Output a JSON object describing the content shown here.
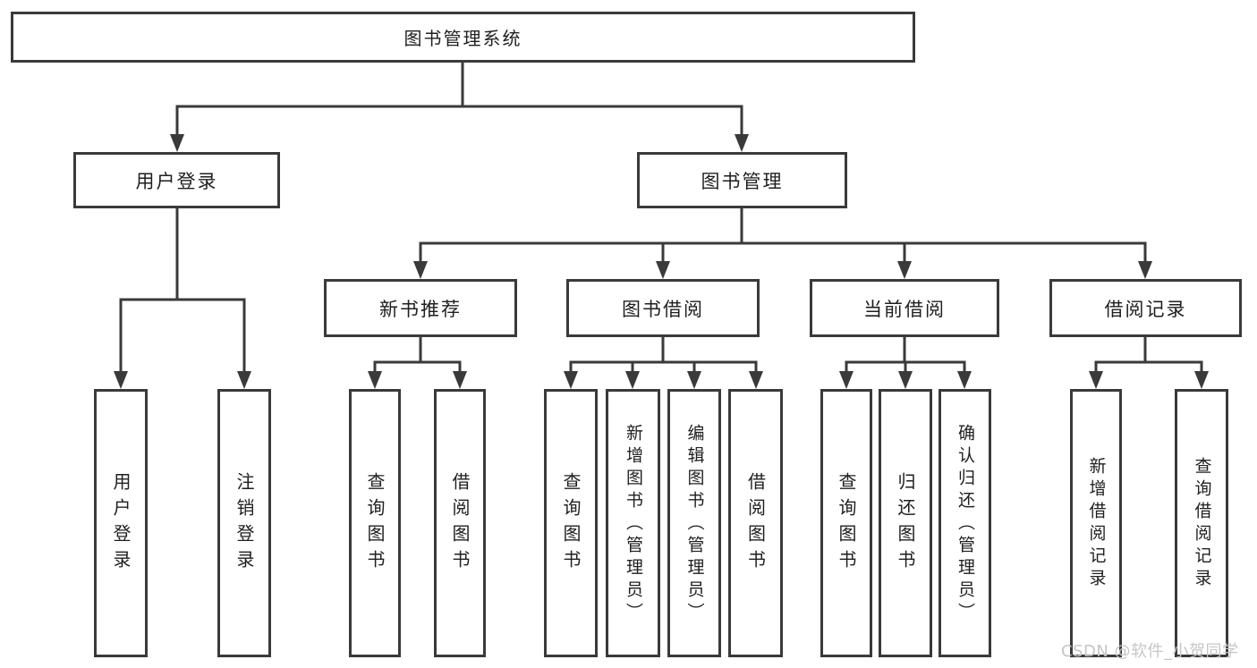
{
  "diagram": {
    "title": "图书管理系统",
    "nodes": {
      "root": "图书管理系统",
      "user_login": "用户登录",
      "book_mgmt": "图书管理",
      "login": "用户登录",
      "logout": "注销登录",
      "new_book_rec": "新书推荐",
      "book_borrow": "图书借阅",
      "current_borrow": "当前借阅",
      "borrow_record": "借阅记录",
      "nb_query_book": "查询图书",
      "nb_borrow_book": "借阅图书",
      "bb_query_book": "查询图书",
      "bb_add_book": "新增图书（管理员）",
      "bb_edit_book": "编辑图书（管理员）",
      "bb_borrow_book": "借阅图书",
      "cb_query_book": "查询图书",
      "cb_return_book": "归还图书",
      "cb_confirm_return": "确认归还（管理员）",
      "br_add_record": "新增借阅记录",
      "br_query_record": "查询借阅记录"
    },
    "watermark": "CSDN @软件_小贺同学",
    "colors": {
      "line": "#3a3a3a",
      "text": "#1f1f1f",
      "watermark": "#c6c6c6",
      "background": "#ffffff"
    }
  }
}
